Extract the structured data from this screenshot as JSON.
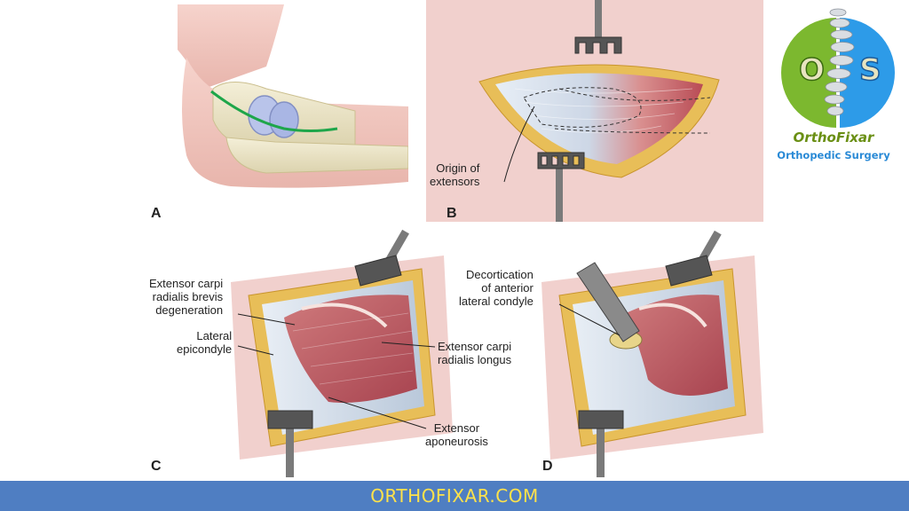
{
  "panels": {
    "a": {
      "label": "A"
    },
    "b": {
      "label": "B",
      "annotations": {
        "origin_line1": "Origin of",
        "origin_line2": "extensors"
      }
    },
    "c": {
      "label": "C",
      "annotations": {
        "ecrb_line1": "Extensor carpi",
        "ecrb_line2": "radialis brevis",
        "ecrb_line3": "degeneration",
        "lat_line1": "Lateral",
        "lat_line2": "epicondyle",
        "ecrl_line1": "Extensor carpi",
        "ecrl_line2": "radialis longus",
        "apo_line1": "Extensor",
        "apo_line2": "aponeurosis"
      }
    },
    "d": {
      "label": "D",
      "annotations": {
        "dec_line1": "Decortication",
        "dec_line2": "of anterior",
        "dec_line3": "lateral condyle"
      }
    }
  },
  "logo": {
    "letters": [
      "O",
      "S"
    ],
    "name": "OrthoFixar",
    "subtitle": "Orthopedic Surgery",
    "colors": {
      "green": "#7cb82f",
      "blue": "#2d9be8"
    }
  },
  "footer": {
    "text": "ORTHOFIXAR.COM",
    "bg": "#4f7ec2",
    "text_color": "#ffe24a"
  }
}
